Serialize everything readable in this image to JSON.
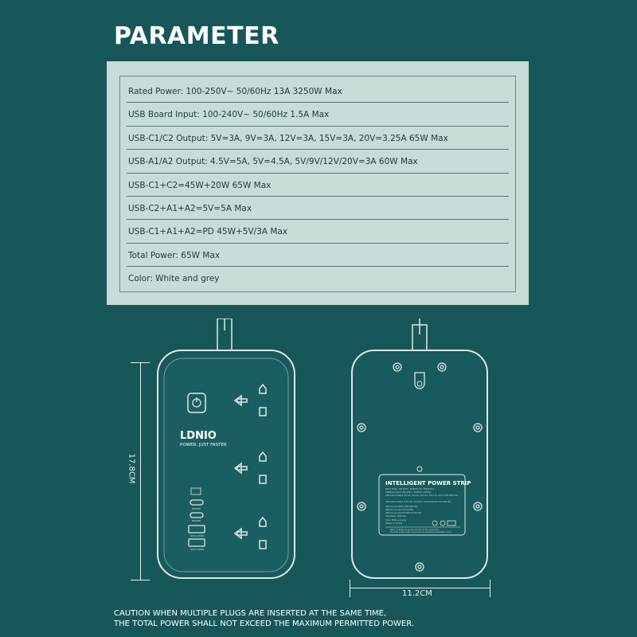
{
  "title": "PARAMETER",
  "parameters": [
    "Rated Power: 100-250V~ 50/60Hz 13A 3250W Max",
    "USB Board Input: 100-240V~ 50/60Hz 1.5A Max",
    "USB-C1/C2 Output: 5V=3A, 9V=3A, 12V=3A, 15V=3A, 20V=3.25A 65W Max",
    "USB-A1/A2 Output: 4.5V=5A, 5V=4.5A, 5V/9V/12V/20V=3A 60W Max",
    "USB-C1+C2=45W+20W 65W Max",
    "USB-C2+A1+A2=5V=5A Max",
    "USB-C1+A1+A2=PD 45W+5V/3A Max",
    "Total Power: 65W Max",
    "Color: White and grey"
  ],
  "front": {
    "brand": "LDNIO",
    "slogan": "POWER, JUST FASTER",
    "height_label": "17.8CM",
    "port_labels": [
      "PD65W",
      "PD20W",
      "QC3.0 60W",
      "QC3.0 60W"
    ]
  },
  "back": {
    "label_title": "INTELLIGENT POWER STRIP",
    "label_made": "Made in China",
    "width_label": "11.2CM"
  },
  "caution": [
    "CAUTION WHEN MULTIPLE PLUGS ARE INSERTED AT THE SAME TIME,",
    "THE TOTAL POWER SHALL NOT EXCEED THE MAXIMUM PERMITTED POWER."
  ],
  "colors": {
    "background": "#17575a",
    "panel": "#c5dcd9",
    "device_outline": "#dfe8e7"
  }
}
